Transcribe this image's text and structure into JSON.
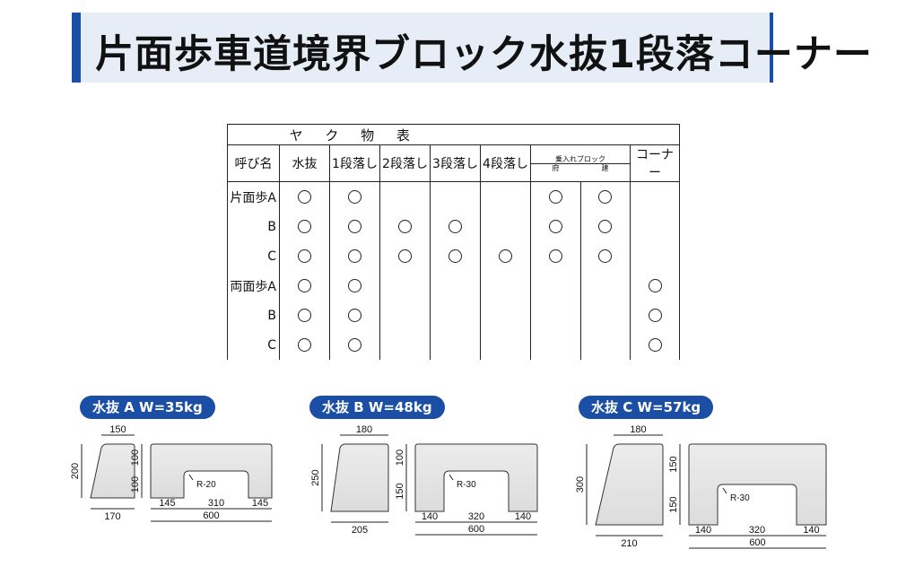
{
  "title": "片面歩車道境界ブロック水抜1段落コーナー",
  "table": {
    "caption": "ヤ ク 物 表",
    "headers": [
      "呼び名",
      "水抜",
      "1段落し",
      "2段落し",
      "3段落し",
      "4段落し",
      "乗入れブロック",
      "コーナー"
    ],
    "sub_headers": [
      "府",
      "建"
    ],
    "rows": [
      {
        "name": "片面歩A",
        "marks": [
          1,
          1,
          0,
          0,
          0,
          1,
          1,
          0
        ]
      },
      {
        "name": "B",
        "marks": [
          1,
          1,
          1,
          1,
          0,
          1,
          1,
          0
        ]
      },
      {
        "name": "C",
        "marks": [
          1,
          1,
          1,
          1,
          1,
          1,
          1,
          0
        ]
      },
      {
        "name": "両面歩A",
        "marks": [
          1,
          1,
          0,
          0,
          0,
          0,
          0,
          1
        ]
      },
      {
        "name": "B",
        "marks": [
          1,
          1,
          0,
          0,
          0,
          0,
          0,
          1
        ]
      },
      {
        "name": "C",
        "marks": [
          1,
          1,
          0,
          0,
          0,
          0,
          0,
          1
        ]
      }
    ]
  },
  "blocks": [
    {
      "label": "水抜 A W=35kg",
      "top": "150",
      "height": "200",
      "bottom": "170",
      "f_h1": "100",
      "f_h2": "100",
      "radius": "R-20",
      "w_left": "145",
      "w_mid": "310",
      "w_right": "145",
      "w_total": "600"
    },
    {
      "label": "水抜 B W=48kg",
      "top": "180",
      "height": "250",
      "bottom": "205",
      "f_h1": "100",
      "f_h2": "150",
      "radius": "R-30",
      "w_left": "140",
      "w_mid": "320",
      "w_right": "140",
      "w_total": "600"
    },
    {
      "label": "水抜 C W=57kg",
      "top": "180",
      "height": "300",
      "bottom": "210",
      "f_h1": "150",
      "f_h2": "150",
      "radius": "R-30",
      "w_left": "140",
      "w_mid": "320",
      "w_right": "140",
      "w_total": "600"
    }
  ]
}
